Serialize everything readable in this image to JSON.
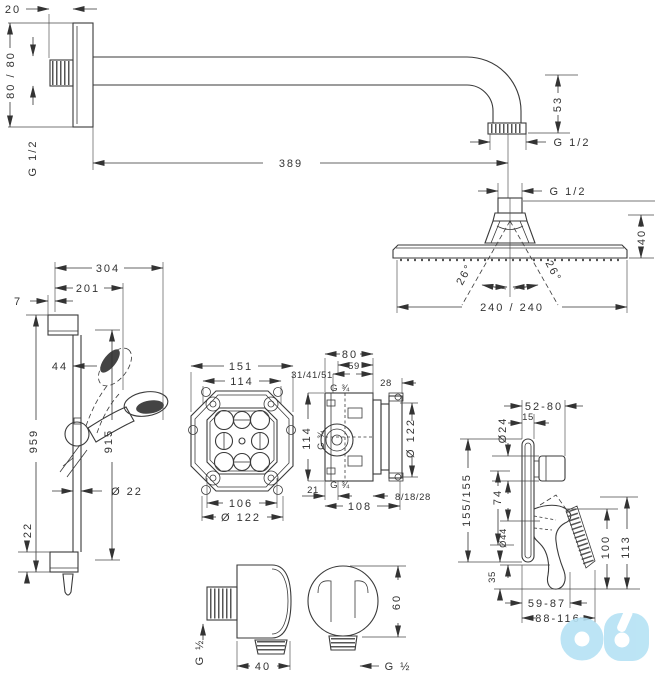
{
  "colors": {
    "line": "#3a3a3a",
    "background": "#ffffff",
    "watermark_blue": "#b5e2f4"
  },
  "shower_arm": {
    "plate_depth": "20",
    "plate_size": "80 / 80",
    "wall_thread": "G 1/2",
    "arm_length": "389",
    "drop_height": "53",
    "outlet_thread": "G 1/2",
    "head_inlet_thread": "G 1/2"
  },
  "overhead_shower": {
    "head_height": "40",
    "spray_angle_left": "26°",
    "spray_angle_right": "26°",
    "head_size": "240 / 240"
  },
  "shower_set": {
    "overall_width": "304",
    "bar_to_head": "201",
    "wall_gap": "7",
    "bar_offset": "44",
    "bar_height": "959",
    "hole_distance": "915",
    "bar_diameter": "Ø 22",
    "bottom_offset": "22"
  },
  "basic_set_front": {
    "width": "151",
    "inner_width": "114",
    "lower_width": "106",
    "diameter": "Ø 122"
  },
  "basic_set_side": {
    "depth": "80",
    "inner_depth": "59",
    "install_depth_range": "31/41/51",
    "flange_depth": "28",
    "thread_top": "G ¾",
    "height": "114",
    "thread_side": "G ¾",
    "diameter": "Ø 122",
    "thread_bottom": "G ¾",
    "edge_offset": "21",
    "adjust_range": "8/18/28",
    "total_depth": "108"
  },
  "mixer_trim": {
    "install_depth_range": "52-80",
    "plate_depth": "15",
    "knob_diameter": "Ø24",
    "plate_size": "155/155",
    "axis_distance": "74",
    "rosette_diameter": "Ø44",
    "bottom_offset": "35",
    "lever_reach": "59-87",
    "total_reach": "88-116",
    "height_inner": "100",
    "height_outer": "113"
  },
  "wall_outlet_side": {
    "thread": "G ½",
    "width": "40"
  },
  "wall_outlet_front": {
    "diameter": "60",
    "thread": "G ½"
  }
}
